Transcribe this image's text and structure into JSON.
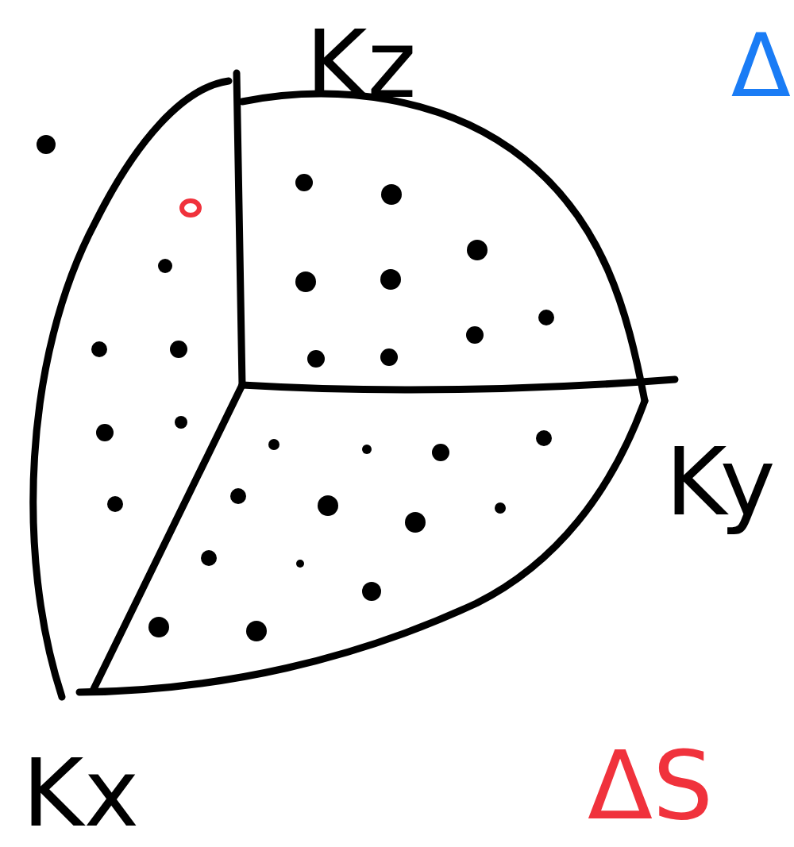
{
  "diagram": {
    "labels": [
      "Kz",
      "Ky",
      "Kx",
      "Δ",
      "ΔS"
    ]
  }
}
